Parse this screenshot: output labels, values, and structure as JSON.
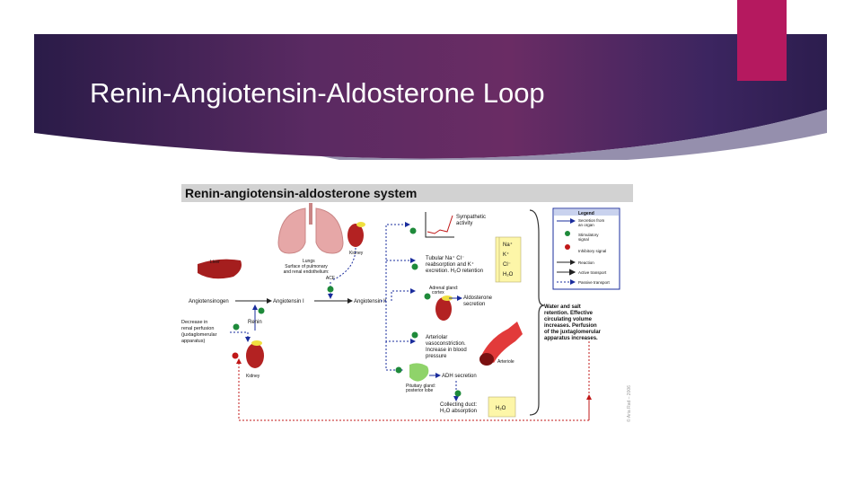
{
  "slide": {
    "title": "Renin-Angiotensin-Aldosterone Loop"
  },
  "diagram": {
    "title": "Renin-angiotensin-aldosterone system",
    "organs": {
      "liver": "Liver",
      "lungs": "Lungs",
      "kidney_top": "Kidney",
      "kidney_bottom": "Kidney",
      "arteriole": "Arteriole"
    },
    "lungs_note": [
      "Surface of pulmonary",
      "and renal endothelium:",
      "ACE"
    ],
    "chain": {
      "angiotensinogen": "Angiotensinogen",
      "angiotensin1": "Angiotensin I",
      "angiotensin2": "Angiotensin II",
      "renin": "Renin"
    },
    "trigger": [
      "Decrease in",
      "renal perfusion",
      "(juxtaglomerular",
      "apparatus)"
    ],
    "effects": {
      "sympathetic": [
        "Sympathetic",
        "activity"
      ],
      "tubular": [
        "Tubular Na⁺ Cl⁻",
        "reabsorption and K⁺",
        "excretion. H₂O retention"
      ],
      "adrenal_label": [
        "Adrenal gland:",
        "cortex"
      ],
      "aldosterone": [
        "Aldosterone",
        "secretion"
      ],
      "arteriolar": [
        "Arteriolar",
        "vasoconstriction.",
        "Increase in blood",
        "pressure"
      ],
      "pituitary_label": [
        "Pituitary gland:",
        "posterior lobe"
      ],
      "adh": "ADH secretion",
      "collecting": [
        "Collecting duct:",
        "H₂O absorption"
      ]
    },
    "ions": [
      "Na⁺",
      "K⁺",
      "Cl⁻",
      "H₂O"
    ],
    "h2o_box": "H₂O",
    "summary": [
      "Water and salt",
      "retention. Effective",
      "circulating volume",
      "increases. Perfusion",
      "of the juxtaglomerular",
      "apparatus increases."
    ],
    "legend": {
      "title": "Legend",
      "items": [
        [
          "Secretion from",
          "an organ"
        ],
        [
          "Stimulatory",
          "signal"
        ],
        [
          "Inhibitory signal"
        ],
        [
          "Reaction"
        ],
        [
          "Active transport"
        ],
        [
          "Passive transport"
        ]
      ]
    },
    "copyright": "© Aria Rad – 2006",
    "colors": {
      "secretion": "#1a2c9c",
      "stimulatory": "#1e8a3a",
      "inhibitory": "#c01818",
      "kidney": "#b32222",
      "gland": "#fdf6a8"
    }
  }
}
